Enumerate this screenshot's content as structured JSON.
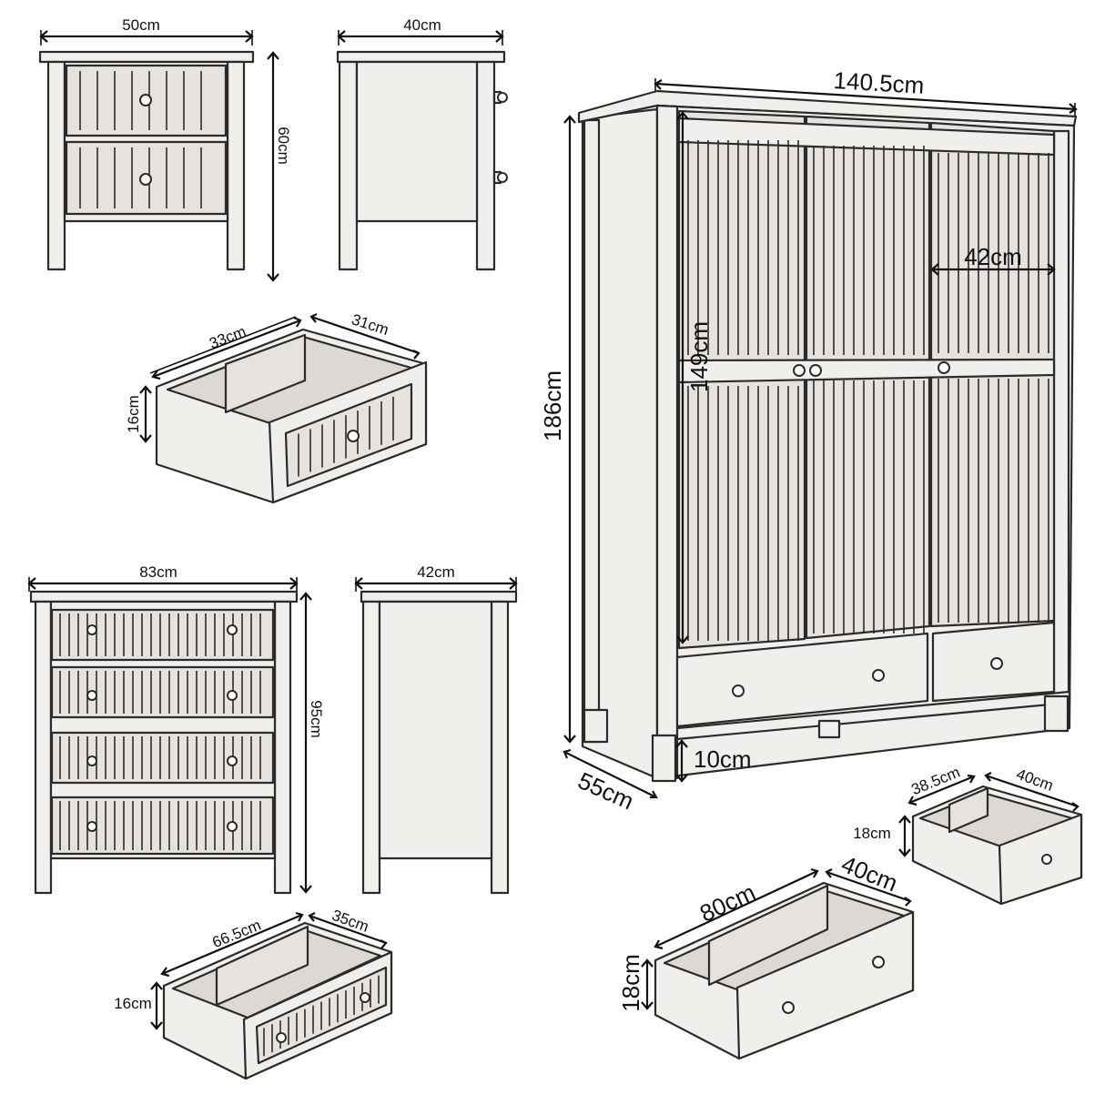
{
  "labels": {
    "nightstand_width": "50cm",
    "nightstand_depth": "40cm",
    "nightstand_height": "60cm",
    "nightstand_drawer_width": "33cm",
    "nightstand_drawer_depth": "31cm",
    "nightstand_drawer_height": "16cm",
    "wardrobe_width": "140.5cm",
    "wardrobe_height": "186cm",
    "wardrobe_door_height": "149cm",
    "wardrobe_door_width": "42cm",
    "wardrobe_leg_height": "10cm",
    "wardrobe_depth": "55cm",
    "dresser_width": "83cm",
    "dresser_depth": "42cm",
    "dresser_height": "95cm",
    "dresser_drawer_width": "66.5cm",
    "dresser_drawer_depth": "35cm",
    "dresser_drawer_height": "16cm",
    "small_drawer_width": "38.5cm",
    "small_drawer_depth": "40cm",
    "small_drawer_height": "18cm",
    "large_drawer_width": "80cm",
    "large_drawer_depth": "40cm",
    "large_drawer_height": "18cm"
  },
  "style": {
    "line_color": "#2b2b2b",
    "panel_fill": "#f1efec"
  }
}
